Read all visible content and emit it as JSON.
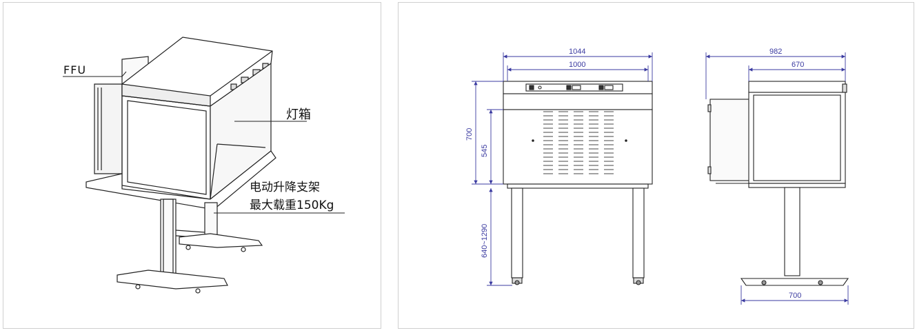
{
  "isometric_view": {
    "labels": {
      "ffu": "FFU",
      "light_box": "灯箱",
      "stand_line1": "电动升降支架",
      "stand_line2": "最大载重150Kg"
    }
  },
  "front_view": {
    "dims": {
      "outer_width": "1044",
      "inner_width": "1000",
      "total_height": "700",
      "cabinet_height": "545",
      "lift_range": "640~1290"
    }
  },
  "side_view": {
    "dims": {
      "depth": "982",
      "top_depth": "670",
      "base_width": "700"
    }
  },
  "colors": {
    "line": "#222222",
    "dimension": "#3a3aa0",
    "panel_border": "#cfcfcf"
  }
}
